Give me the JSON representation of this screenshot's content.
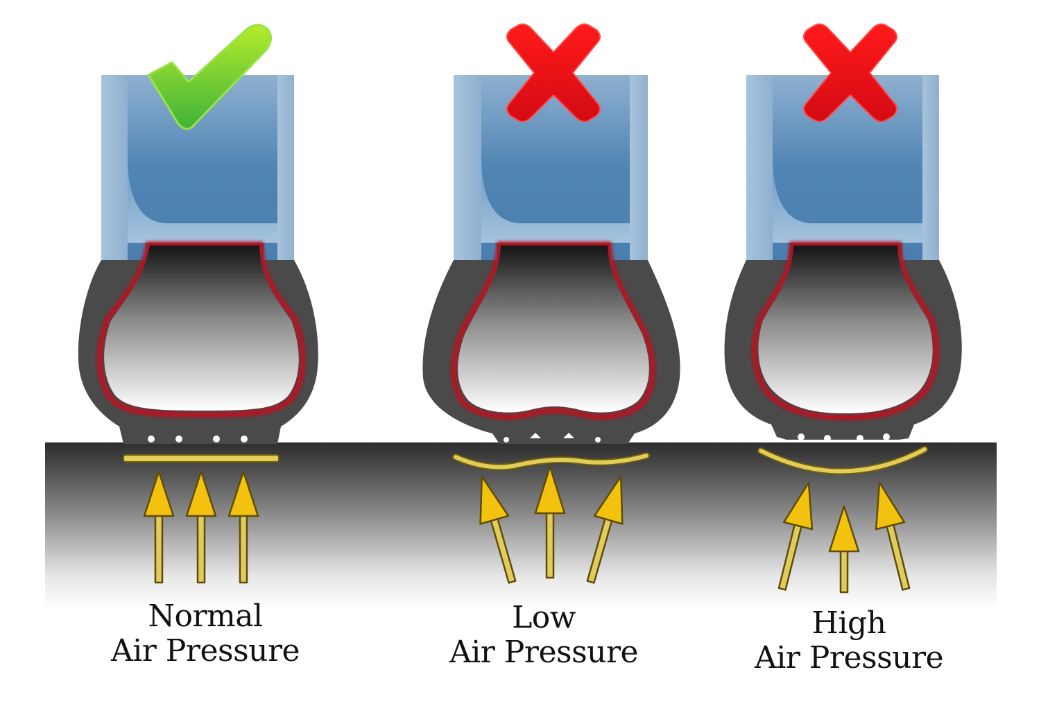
{
  "diagram": {
    "subject": "Tire air pressure and road contact",
    "colors": {
      "rim_blue": "#4f84b3",
      "rim_light": "#9dbddb",
      "tire_dark": "#4a4a4a",
      "inner_liner_red": "#c0101e",
      "ground_dark": "#3a3a3a",
      "force_yellow": "#f2c20e",
      "check_green": "#7cd12a",
      "cross_red": "#e8101a"
    },
    "panels": [
      {
        "id": "normal",
        "status_icon": "check-icon",
        "status": "correct",
        "contact_patch": "flat",
        "force_arrows": "three vertical arrows, evenly distributed",
        "label_line1": "Normal",
        "label_line2": "Air Pressure"
      },
      {
        "id": "low",
        "status_icon": "cross-icon",
        "status": "incorrect",
        "contact_patch": "wavy (edges bear load)",
        "force_arrows": "outer arrows angled inward, center vertical",
        "label_line1": "Low",
        "label_line2": "Air Pressure"
      },
      {
        "id": "high",
        "status_icon": "cross-icon",
        "status": "incorrect",
        "contact_patch": "convex (center bears load)",
        "force_arrows": "outer arrows angled outward, short center arrow",
        "label_line1": "High",
        "label_line2": "Air Pressure"
      }
    ]
  }
}
